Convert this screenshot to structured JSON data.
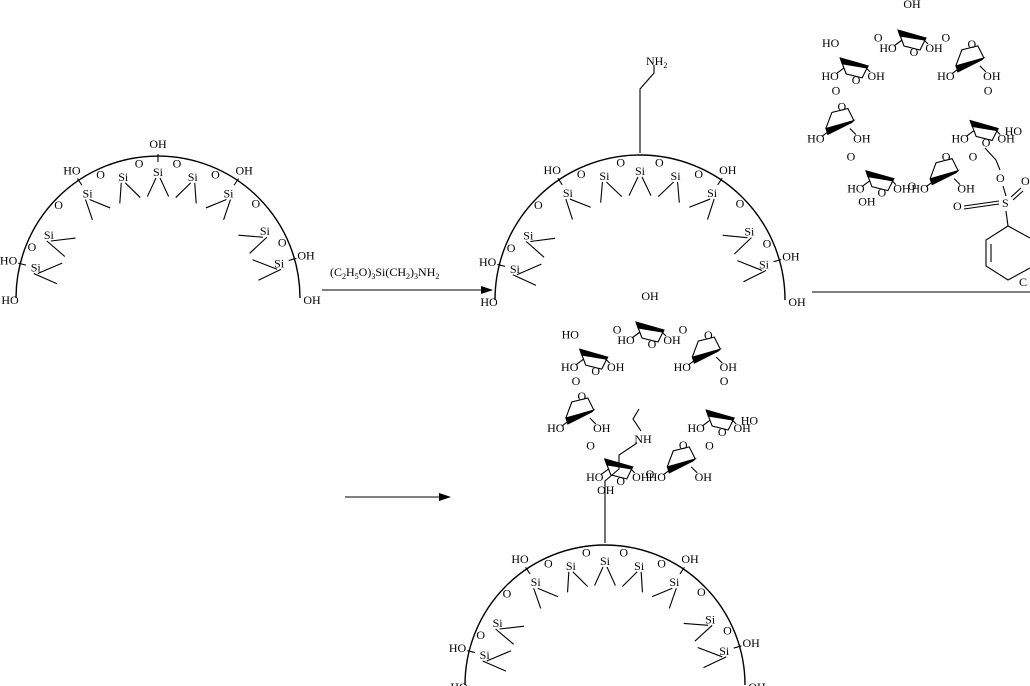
{
  "atoms": {
    "hydroxyl": "OH",
    "hydroxyl_left": "HO",
    "oxygen": "O",
    "silicon": "Si",
    "amine_N": "NH",
    "amine_H2": "2",
    "sulfur": "S",
    "c_cut": "C"
  },
  "reagent": {
    "text1": "(C",
    "sub1": "2",
    "text2": "H",
    "sub2": "5",
    "text3": "O)",
    "sub3": "3",
    "text4": "Si(CH",
    "sub4": "2",
    "text5": ")",
    "sub5": "3",
    "text6": "NH",
    "sub6": "2"
  }
}
